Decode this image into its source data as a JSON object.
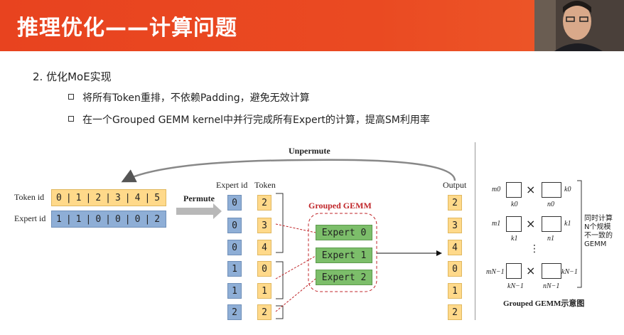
{
  "slide": {
    "title": "推理优化——计算问题",
    "section": "2. 优化MoE实现",
    "bullets": [
      "将所有Token重排，不依赖Padding，避免无效计算",
      "在一个Grouped GEMM kernel中并行完成所有Expert的计算，提高SM利用率"
    ]
  },
  "diagram": {
    "unpermute_label": "Unpermute",
    "permute_label": "Permute",
    "token_id_label": "Token id",
    "expert_id_label": "Expert id",
    "token_ids": [
      "0",
      "1",
      "2",
      "3",
      "4",
      "5"
    ],
    "expert_ids": [
      "1",
      "1",
      "0",
      "0",
      "0",
      "2"
    ],
    "col_expert_id": "Expert id",
    "col_token": "Token",
    "col_output": "Output",
    "sorted_expert_ids": [
      "0",
      "0",
      "0",
      "1",
      "1",
      "2"
    ],
    "sorted_tokens": [
      "2",
      "3",
      "4",
      "0",
      "1",
      "2"
    ],
    "outputs": [
      "2",
      "3",
      "4",
      "0",
      "1",
      "2"
    ],
    "grouped_gemm_label": "Grouped GEMM",
    "experts": [
      "Expert 0",
      "Expert 1",
      "Expert 2"
    ]
  },
  "schematic": {
    "rows": [
      {
        "m": "m0",
        "k": "k0",
        "n": "n0",
        "k_right": "k0"
      },
      {
        "m": "m1",
        "k": "k1",
        "n": "n1",
        "k_right": "k1"
      },
      {
        "m": "mN−1",
        "k": "kN−1",
        "n": "nN−1",
        "k_right": "kN−1"
      }
    ],
    "times": "×",
    "dots": "⋮",
    "side_label": [
      "同时计算",
      "N个规模",
      "不一致的",
      "GEMM"
    ],
    "caption": "Grouped GEMM示意图"
  },
  "colors": {
    "header": "#e8431f",
    "blue": "#8eaed6",
    "yellow": "#ffd98a",
    "green": "#7cbe6a",
    "red_dashed": "#c0262a"
  }
}
